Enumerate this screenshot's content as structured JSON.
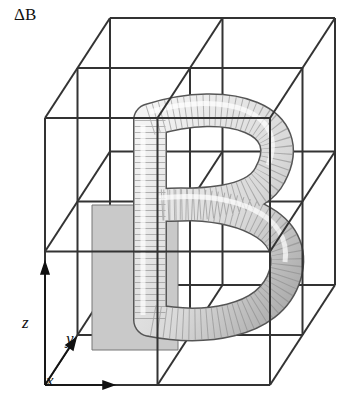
{
  "diagram": {
    "labels": [
      "ΔB",
      "z",
      "y",
      "x"
    ]
  }
}
